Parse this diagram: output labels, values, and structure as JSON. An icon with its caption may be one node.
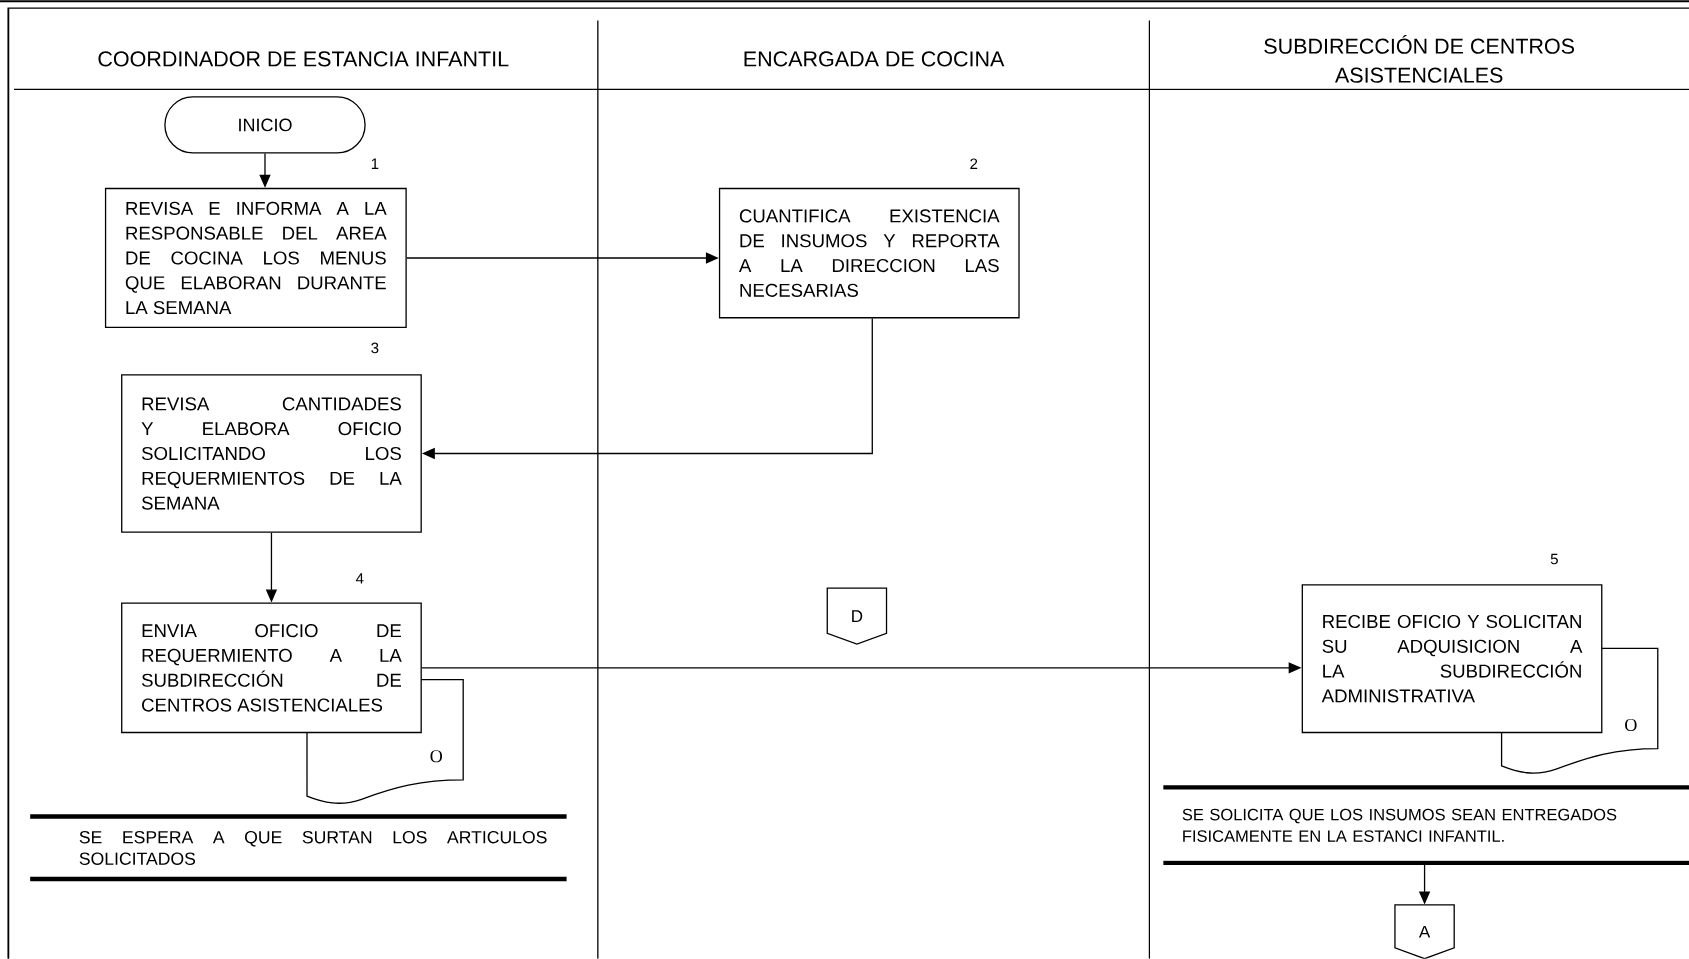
{
  "diagram": {
    "nodes": [
      {
        "text": [
          "COORDINADOR DE ESTANCIA INFANTIL"
        ]
      },
      {
        "text": [
          "ENCARGADA DE COCINA"
        ]
      },
      {
        "text": [
          "SUBDIRECCIÓN DE CENTROS ASISTENCIALES"
        ]
      },
      {
        "text": [
          "INICIO"
        ],
        "in": 0
      },
      {
        "text": [
          "REVISA E INFORMA A LA RESPONSABLE DEL AREA DE COCINA LOS MENUS QUE ELABORAN DURANTE LA SEMANA"
        ],
        "in": 0
      },
      {
        "text": [
          "CUANTIFICA EXISTENCIA DE INSUMOS Y REPORTA A LA DIRECCION LAS NECESARIAS"
        ],
        "in": 1
      },
      {
        "text": [
          "REVISA CANTIDADES Y ELABORA OFICIO SOLICITANDO LOS REQUERMIENTOS DE LA SEMANA"
        ],
        "in": 0
      },
      {
        "text": [
          "ENVIA OFICIO DE REQUERMIENTO A LA SUBDIRECCIÓN DE CENTROS ASISTENCIALES"
        ],
        "in": 0
      },
      {
        "text": [
          "O"
        ],
        "in": 0
      },
      {
        "text": [
          "D"
        ],
        "in": 1
      },
      {
        "text": [
          "RECIBE OFICIO Y SOLICITAN SU ADQUISICION A LA SUBDIRECCIÓN ADMINISTRATIVA"
        ],
        "in": 2
      },
      {
        "text": [
          "O"
        ],
        "in": 2
      },
      {
        "text": [
          "SE ESPERA A QUE SURTAN LOS ARTICULOS SOLICITADOS"
        ],
        "in": 0
      },
      {
        "text": [
          "SE SOLICITA QUE LOS INSUMOS SEAN ENTREGADOS FISICAMENTE EN LA ESTANCI INFANTIL."
        ],
        "in": 2
      },
      {
        "text": [
          "A"
        ],
        "in": 2
      }
    ],
    "edges": [
      {
        "from": 3,
        "to": 4,
        "arrow": "to"
      },
      {
        "from": 4,
        "to": 5,
        "arrow": "to"
      },
      {
        "from": 5,
        "to": 6,
        "arrow": "to"
      },
      {
        "from": 6,
        "to": 7,
        "arrow": "to"
      },
      {
        "from": 7,
        "to": 10,
        "arrow": "to"
      },
      {
        "from": 13,
        "to": 14,
        "arrow": "to"
      }
    ],
    "labels": [
      "1",
      "2",
      "3",
      "4",
      "5"
    ]
  }
}
